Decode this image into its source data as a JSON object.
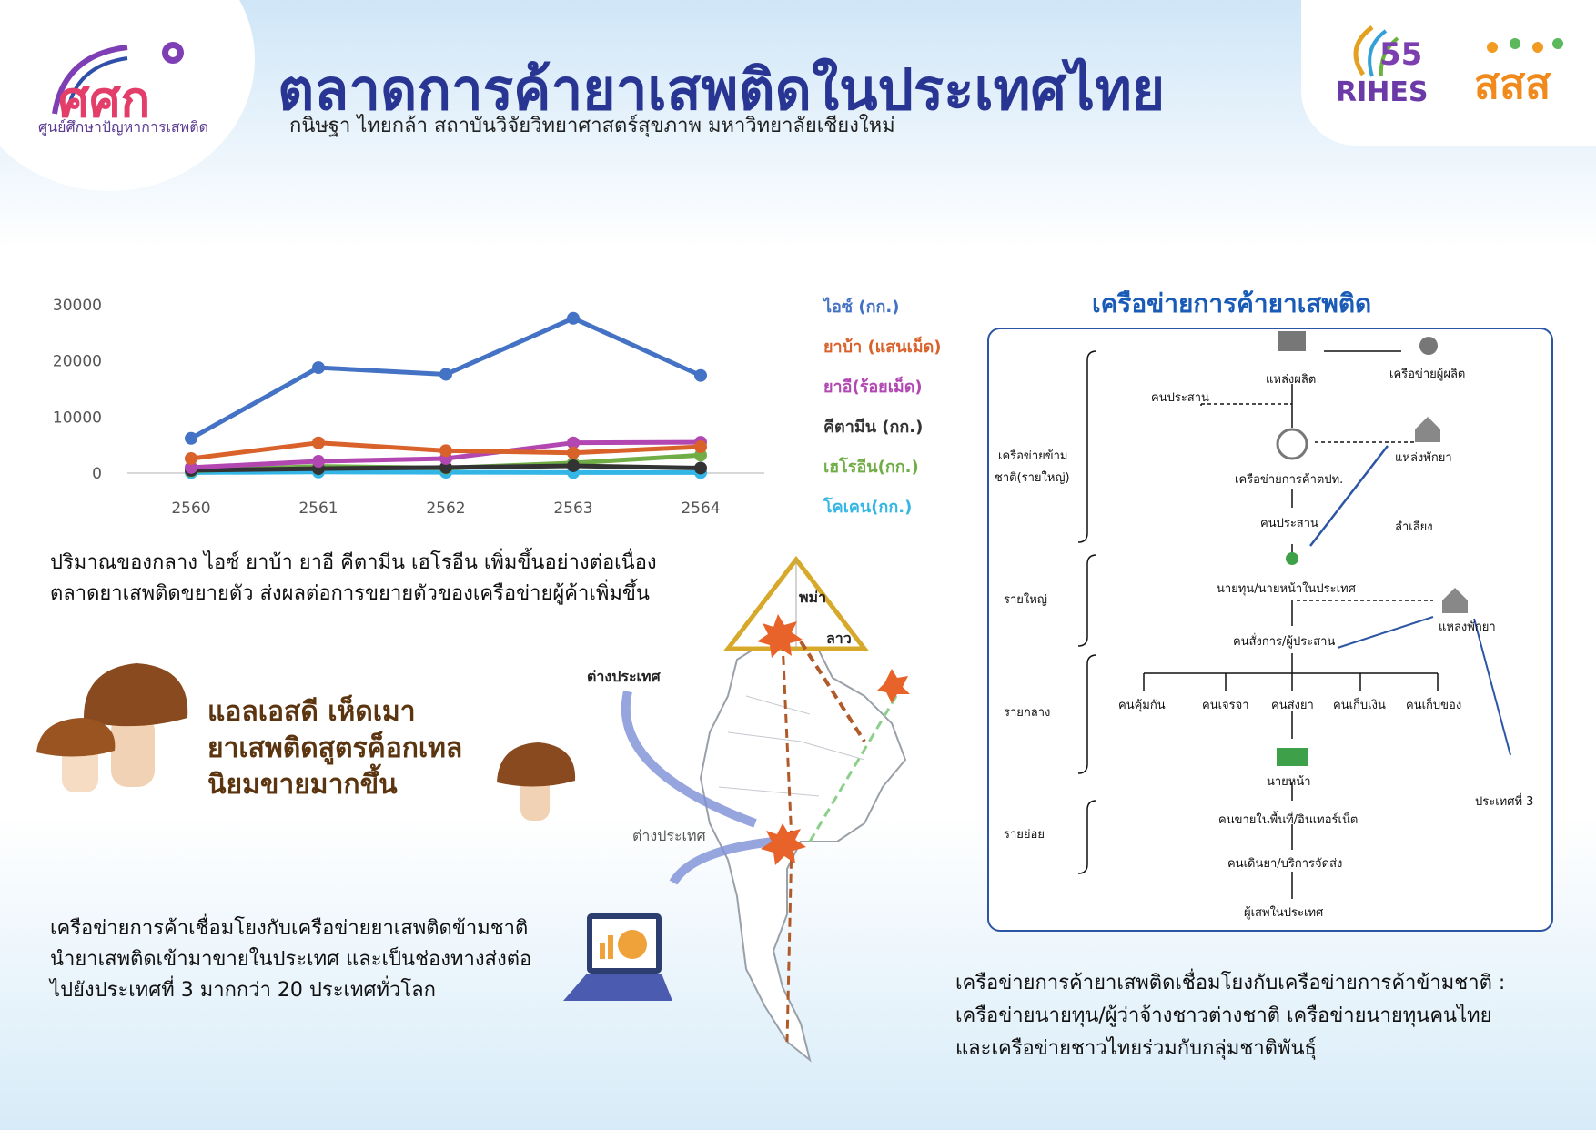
{
  "header": {
    "title": "ตลาดการค้ายาเสพติดในประเทศไทย",
    "subtitle": "กนิษฐา ไทยกล้า  สถาบันวิจัยวิทยาศาสตร์สุขภาพ มหาวิทยาลัยเชียงใหม่",
    "logo_left_name": "ศศก",
    "logo_left_caption": "ศูนย์ศึกษาปัญหาการเสพติด",
    "logo_right1": "RIHES",
    "logo_right1_sup": "55",
    "logo_right2": "สสส"
  },
  "colors": {
    "ice": "#4472c4",
    "yaba": "#d9622b",
    "ecstasy": "#b247b2",
    "ketamine": "#333333",
    "heroin": "#70ad47",
    "cocaine": "#33b5e5",
    "title": "#283593",
    "network": "#1a5bb8"
  },
  "chart_data": {
    "type": "line",
    "categories": [
      "2560",
      "2561",
      "2562",
      "2563",
      "2564"
    ],
    "ylim": [
      0,
      30000
    ],
    "yticks": [
      "30000",
      "20000",
      "10000",
      "0"
    ],
    "series": [
      {
        "name": "ไอซ์ (กก.)",
        "values": [
          6200,
          18800,
          17600,
          27600,
          17400
        ]
      },
      {
        "name": "ยาบ้า (แสนเม็ด)",
        "values": [
          2600,
          5400,
          4000,
          3600,
          4700
        ]
      },
      {
        "name": "ยาอี(ร้อยเม็ด)",
        "values": [
          1000,
          2100,
          2600,
          5400,
          5500
        ]
      },
      {
        "name": "คีตามีน (กก.)",
        "values": [
          500,
          800,
          1000,
          1300,
          900
        ]
      },
      {
        "name": "เฮโรอีน(กก.)",
        "values": [
          400,
          1200,
          900,
          1800,
          3200
        ]
      },
      {
        "name": "โคเคน(กก.)",
        "values": [
          100,
          200,
          150,
          100,
          100
        ]
      }
    ]
  },
  "texts": {
    "p1_line1": "ปริมาณของกลาง ไอซ์ ยาบ้า ยาอี คีตามีน เฮโรอีน เพิ่มขึ้นอย่างต่อเนื่อง",
    "p1_line2": "ตลาดยาเสพติดขยายตัว ส่งผลต่อการขยายตัวของเครือข่ายผู้ค้าเพิ่มขึ้น",
    "mush_line1": "แอลเอสดี เห็ดเมา",
    "mush_line2": "ยาเสพติดสูตรค็อกเทล",
    "mush_line3": "นิยมขายมากขึ้น",
    "p2_line1": "เครือข่ายการค้าเชื่อมโยงกับเครือข่ายยาเสพติดข้ามชาติ",
    "p2_line2": "นำยาเสพติดเข้ามาขายในประเทศ และเป็นช่องทางส่งต่อ",
    "p2_line3": "ไปยังประเทศที่ 3 มากกว่า 20 ประเทศทั่วโลก",
    "p3_line1": "เครือข่ายการค้ายาเสพติดเชื่อมโยงกับเครือข่ายการค้าข้ามชาติ :",
    "p3_line2": "เครือข่ายนายทุน/ผู้ว่าจ้างชาวต่างชาติ เครือข่ายนายทุนคนไทย",
    "p3_line3": "และเครือข่ายชาวไทยร่วมกับกลุ่มชาติพันธุ์"
  },
  "map": {
    "myanmar": "พม่า",
    "laos": "ลาว",
    "abroad1": "ต่างประเทศ",
    "abroad2": "ต่างประเทศ"
  },
  "network": {
    "title": "เครือข่ายการค้ายาเสพติด",
    "levels": {
      "transnational": "เครือข่ายข้าม",
      "transnational2": "ชาติ(รายใหญ่)",
      "major": "รายใหญ่",
      "middle": "รายกลาง",
      "retail": "รายย่อย"
    },
    "nodes": {
      "source": "แหล่งผลิต",
      "producer_net": "เครือข่ายผู้ผลิต",
      "broker1": "คนประสาน",
      "intl_net": "เครือข่ายการค้าตปท.",
      "safehouse1": "แหล่งพักยา",
      "broker2": "คนประสาน",
      "transport": "ลำเลียง",
      "financier": "นายทุน/นายหน้าในประเทศ",
      "safehouse2": "แหล่งพักยา",
      "commander": "คนสั่งการ/ผู้ประสาน",
      "guard": "คนคุ้มกัน",
      "negotiator": "คนเจรจา",
      "deliverer": "คนส่งยา",
      "collector": "คนเก็บเงิน",
      "keeper": "คนเก็บของ",
      "agent": "นายหน้า",
      "seller": "คนขายในพื้นที่/อินเทอร์เน็ต",
      "courier": "คนเดินยา/บริการจัดส่ง",
      "user": "ผู้เสพในประเทศ",
      "third_country": "ประเทศที่ 3"
    }
  }
}
